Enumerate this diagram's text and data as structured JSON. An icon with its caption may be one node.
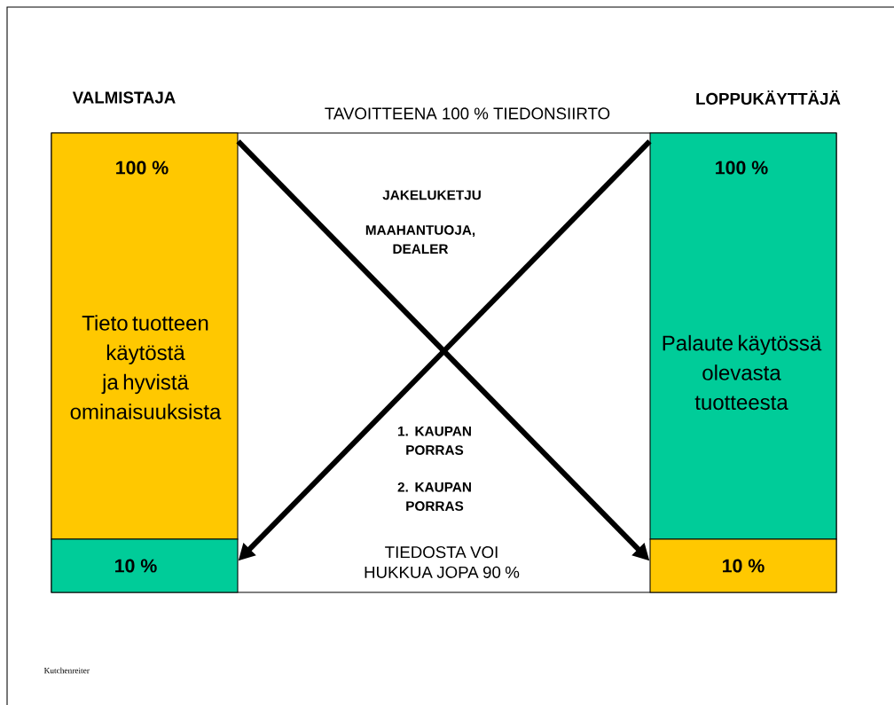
{
  "diagram": {
    "nodes": [
      {
        "text": [
          "VALMISTAJA",
          "100 %",
          "Tieto tuotteen käytöstä ja hyvistä ominaisuuksista"
        ]
      },
      {
        "text": [
          "10 %"
        ]
      },
      {
        "text": [
          "LOPPUKÄYTTÄJÄ",
          "100 %",
          "Palaute käytössä olevasta tuotteesta"
        ]
      },
      {
        "text": [
          "10 %"
        ]
      }
    ],
    "edges": [
      {
        "from": 0,
        "to": 3,
        "arrow": "to"
      },
      {
        "from": 2,
        "to": 1,
        "arrow": "to"
      }
    ],
    "labels": [
      "TAVOITTEENA 100 % TIEDONSIIRTO",
      "JAKELUKETJU",
      "MAAHANTUOJA, DEALER",
      "1. KAUPAN PORRAS",
      "2. KAUPAN PORRAS",
      "TIEDOSTA VOI HUKKUA JOPA 90 %",
      "Kutchenreiter"
    ]
  }
}
